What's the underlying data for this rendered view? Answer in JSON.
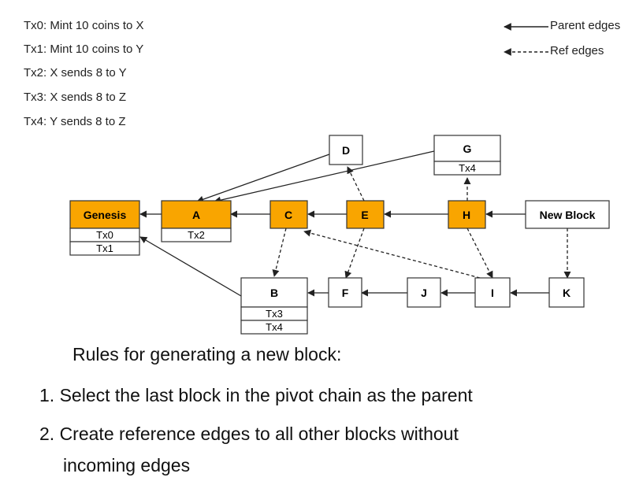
{
  "transactions": [
    "Tx0: Mint 10 coins to X",
    "Tx1: Mint 10 coins to Y",
    "Tx2: X sends 8 to Y",
    "Tx3: X sends 8 to Z",
    "Tx4: Y sends 8 to Z"
  ],
  "legend": {
    "parent": "Parent edges",
    "ref": "Ref edges"
  },
  "colors": {
    "pivot_fill": "#f9a500",
    "normal_fill": "#ffffff",
    "stroke": "#333333"
  },
  "blocks": {
    "genesis": {
      "label": "Genesis",
      "txs": [
        "Tx0",
        "Tx1"
      ]
    },
    "a": {
      "label": "A",
      "txs": [
        "Tx2"
      ]
    },
    "c": {
      "label": "C"
    },
    "e": {
      "label": "E"
    },
    "h": {
      "label": "H"
    },
    "new_block": {
      "label": "New Block"
    },
    "d": {
      "label": "D"
    },
    "g": {
      "label": "G",
      "txs": [
        "Tx4"
      ]
    },
    "b": {
      "label": "B",
      "txs": [
        "Tx3",
        "Tx4"
      ]
    },
    "f": {
      "label": "F"
    },
    "j": {
      "label": "J"
    },
    "i": {
      "label": "I"
    },
    "k": {
      "label": "K"
    }
  },
  "rules": {
    "title": "Rules for generating a new block:",
    "items": [
      "1. Select the last block in the pivot chain as the parent",
      "2. Create reference edges to all other blocks without",
      "incoming edges"
    ]
  }
}
